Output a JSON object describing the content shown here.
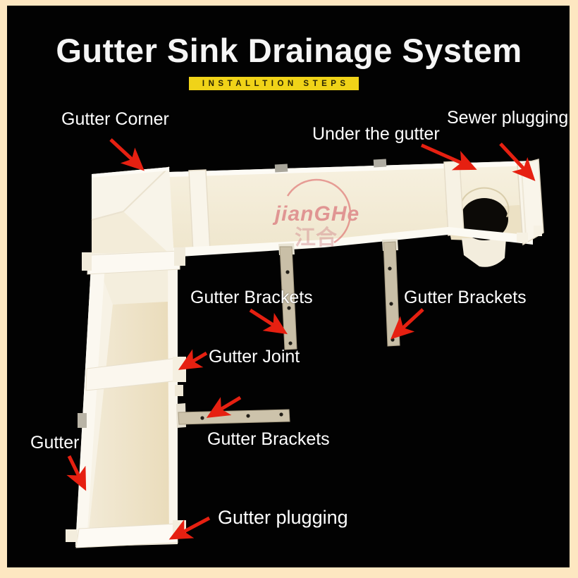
{
  "page": {
    "title": "Gutter Sink Drainage System",
    "banner": "INSTALLTION STEPS"
  },
  "watermark": {
    "brand": "jianGHe",
    "brand_cn": "江合"
  },
  "labels": {
    "gutter_corner": "Gutter Corner",
    "under_the_gutter": "Under the gutter",
    "sewer_plugging": "Sewer plugging",
    "gutter_brackets_left": "Gutter Brackets",
    "gutter_brackets_right": "Gutter Brackets",
    "gutter_joint": "Gutter Joint",
    "gutter": "Gutter",
    "gutter_brackets_bottom": "Gutter Brackets",
    "gutter_plugging": "Gutter plugging"
  },
  "colors": {
    "background": "#020202",
    "border_cream": "#fde7c1",
    "banner_yellow": "#f0d318",
    "arrow_red": "#e62011",
    "plastic_white": "#f8f4e9",
    "plastic_cream": "#ecdfc0",
    "bracket_tan": "#c9bfa7",
    "watermark_red": "#d6626b"
  }
}
